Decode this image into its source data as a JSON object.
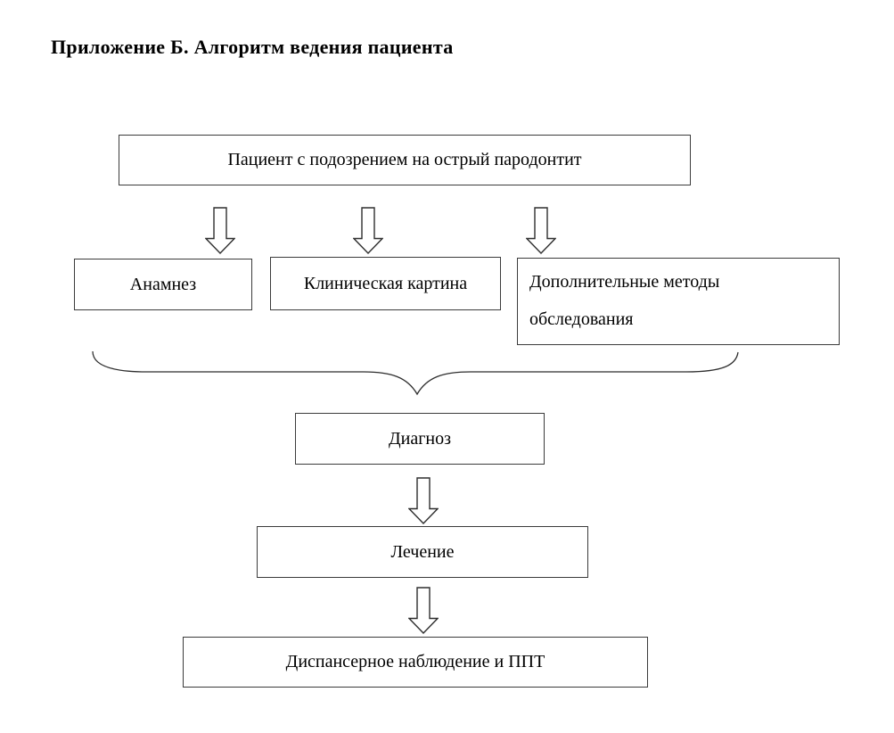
{
  "page": {
    "title": "Приложение Б. Алгоритм ведения пациента"
  },
  "nodes": {
    "patient": {
      "label": "Пациент с подозрением на острый пародонтит"
    },
    "anamnesis": {
      "label": "Анамнез"
    },
    "clinical": {
      "label": "Клиническая картина"
    },
    "additional": {
      "line1": "Дополнительные методы",
      "line2": "обследования"
    },
    "diagnosis": {
      "label": "Диагноз"
    },
    "treatment": {
      "label": "Лечение"
    },
    "followup": {
      "label": "Диспансерное наблюдение и ППТ"
    }
  },
  "edges": [
    {
      "from": "patient",
      "to": "anamnesis",
      "connector": "down-block-arrow"
    },
    {
      "from": "patient",
      "to": "clinical",
      "connector": "down-block-arrow"
    },
    {
      "from": "patient",
      "to": "additional",
      "connector": "down-block-arrow"
    },
    {
      "from": "anamnesis, clinical, additional",
      "to": "diagnosis",
      "connector": "curly-brace"
    },
    {
      "from": "diagnosis",
      "to": "treatment",
      "connector": "down-block-arrow"
    },
    {
      "from": "treatment",
      "to": "followup",
      "connector": "down-block-arrow"
    }
  ],
  "icons": {
    "down_block_arrow": "hollow outlined arrow pointing down",
    "curly_brace": "horizontal curly brace converging downward"
  },
  "colors": {
    "background": "#ffffff",
    "box_border": "#3b3b3b",
    "line": "#2e2e2e",
    "text": "#000000"
  }
}
